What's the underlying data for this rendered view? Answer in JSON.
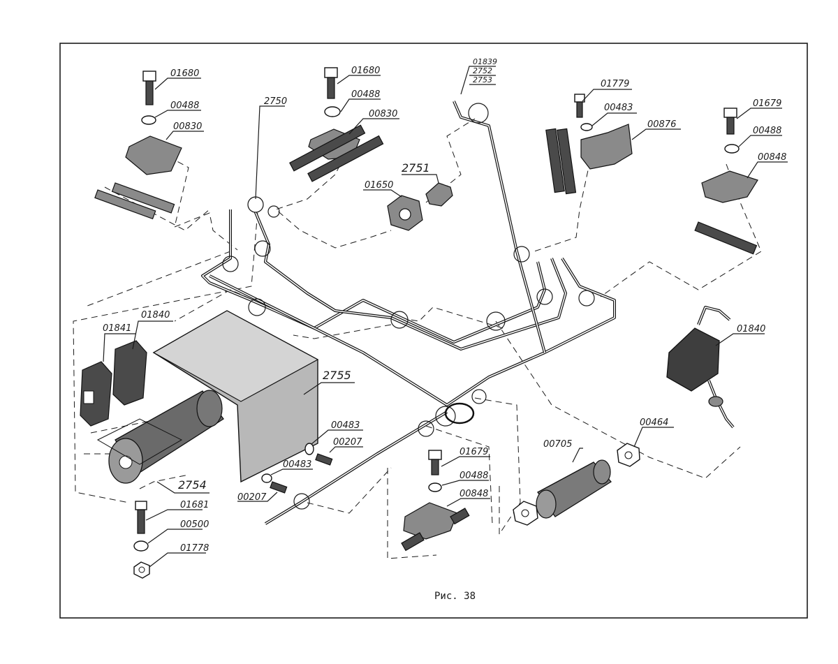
{
  "caption": "Рис. 38",
  "parts": {
    "p1": {
      "a": "01680",
      "b": "00488",
      "c": "00830"
    },
    "p2": {
      "a": "01680",
      "b": "00488",
      "c": "00830"
    },
    "p3": {
      "a": "01650",
      "b": "2751"
    },
    "p4": {
      "a": "01839",
      "b": "2752",
      "c": "2753"
    },
    "p5": {
      "a": "2750"
    },
    "p6": {
      "a": "01779",
      "b": "00483",
      "c": "00876"
    },
    "p7": {
      "a": "01679",
      "b": "00488",
      "c": "00848"
    },
    "p8": {
      "a": "01841",
      "b": "01840"
    },
    "p9": {
      "a": "2755",
      "b": "2754"
    },
    "p10": {
      "a": "00483",
      "b": "00207",
      "c": "00483",
      "d": "00207"
    },
    "p11": {
      "a": "01681",
      "b": "00500",
      "c": "01778"
    },
    "p12": {
      "a": "01679",
      "b": "00488",
      "c": "00848"
    },
    "p13": {
      "a": "00705",
      "b": "00464"
    },
    "p14": {
      "a": "01840"
    }
  }
}
